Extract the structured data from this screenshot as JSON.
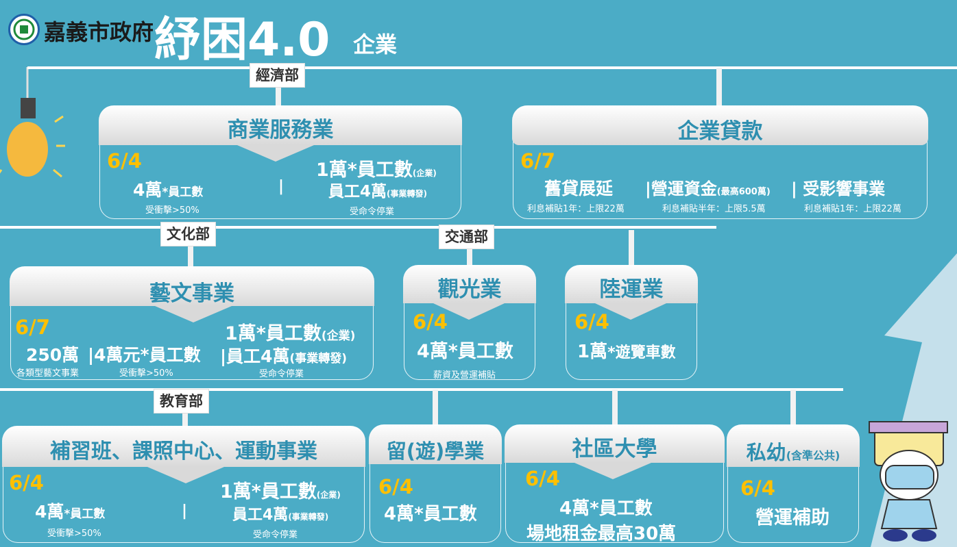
{
  "header": {
    "logo_text": "嘉義市政府",
    "title": "紓困4.0",
    "subtitle": "企業"
  },
  "depts": {
    "economy": "經濟部",
    "culture": "文化部",
    "transport": "交通部",
    "education": "教育部"
  },
  "commercial": {
    "title": "商業服務業",
    "date": "6/4",
    "a_main": "4萬",
    "a_unit": "*員工數",
    "a_note": "受衝擊>50%",
    "sep": "|",
    "b_line1": "1萬*員工數",
    "b_line1_small": "(企業)",
    "b_line2": "員工4萬",
    "b_line2_small": "(事業轉發)",
    "b_note": "受命令停業"
  },
  "loan": {
    "title": "企業貸款",
    "date": "6/7",
    "c1": "舊貸展延",
    "c1_note": "利息補貼1年：上限22萬",
    "c2": "|營運資金",
    "c2_small": "(最高600萬)",
    "c2_note": "利息補貼半年：上限5.5萬",
    "c3": "| 受影響事業",
    "c3_note": "利息補貼1年：上限22萬"
  },
  "arts": {
    "title": "藝文事業",
    "date": "6/7",
    "a": "250萬",
    "a_note": "各類型藝文事業",
    "b": "|4萬元*員工數",
    "b_note": "受衝擊>50%",
    "c_line1": "1萬*員工數",
    "c_line1_small": "(企業)",
    "c_line2": "|員工4萬",
    "c_line2_small": "(事業轉發)",
    "c_note": "受命令停業"
  },
  "tourism": {
    "title": "觀光業",
    "date": "6/4",
    "value": "4萬*員工數",
    "note": "薪資及營運補貼"
  },
  "land": {
    "title": "陸運業",
    "date": "6/4",
    "value": "1萬",
    "value_unit": "*遊覽車數"
  },
  "cram": {
    "title": "補習班、課照中心、運動事業",
    "date": "6/4",
    "a_main": "4萬",
    "a_unit": "*員工數",
    "a_note": "受衝擊>50%",
    "sep": "|",
    "b_line1": "1萬*員工數",
    "b_line1_small": "(企業)",
    "b_line2": "員工4萬",
    "b_line2_small": "(事業轉發)",
    "b_note": "受命令停業"
  },
  "study": {
    "title": "留(遊)學業",
    "date": "6/4",
    "value": "4萬*員工數"
  },
  "community": {
    "title": "社區大學",
    "date": "6/4",
    "line1": "4萬*員工數",
    "line2": "場地租金最高30萬"
  },
  "kinder": {
    "title": "私幼",
    "title_small": "(含準公共)",
    "date": "6/4",
    "value": "營運補助"
  },
  "colors": {
    "background": "#4BACC6",
    "accent_date": "#FFC000",
    "title_blue": "#2E8FB0"
  }
}
